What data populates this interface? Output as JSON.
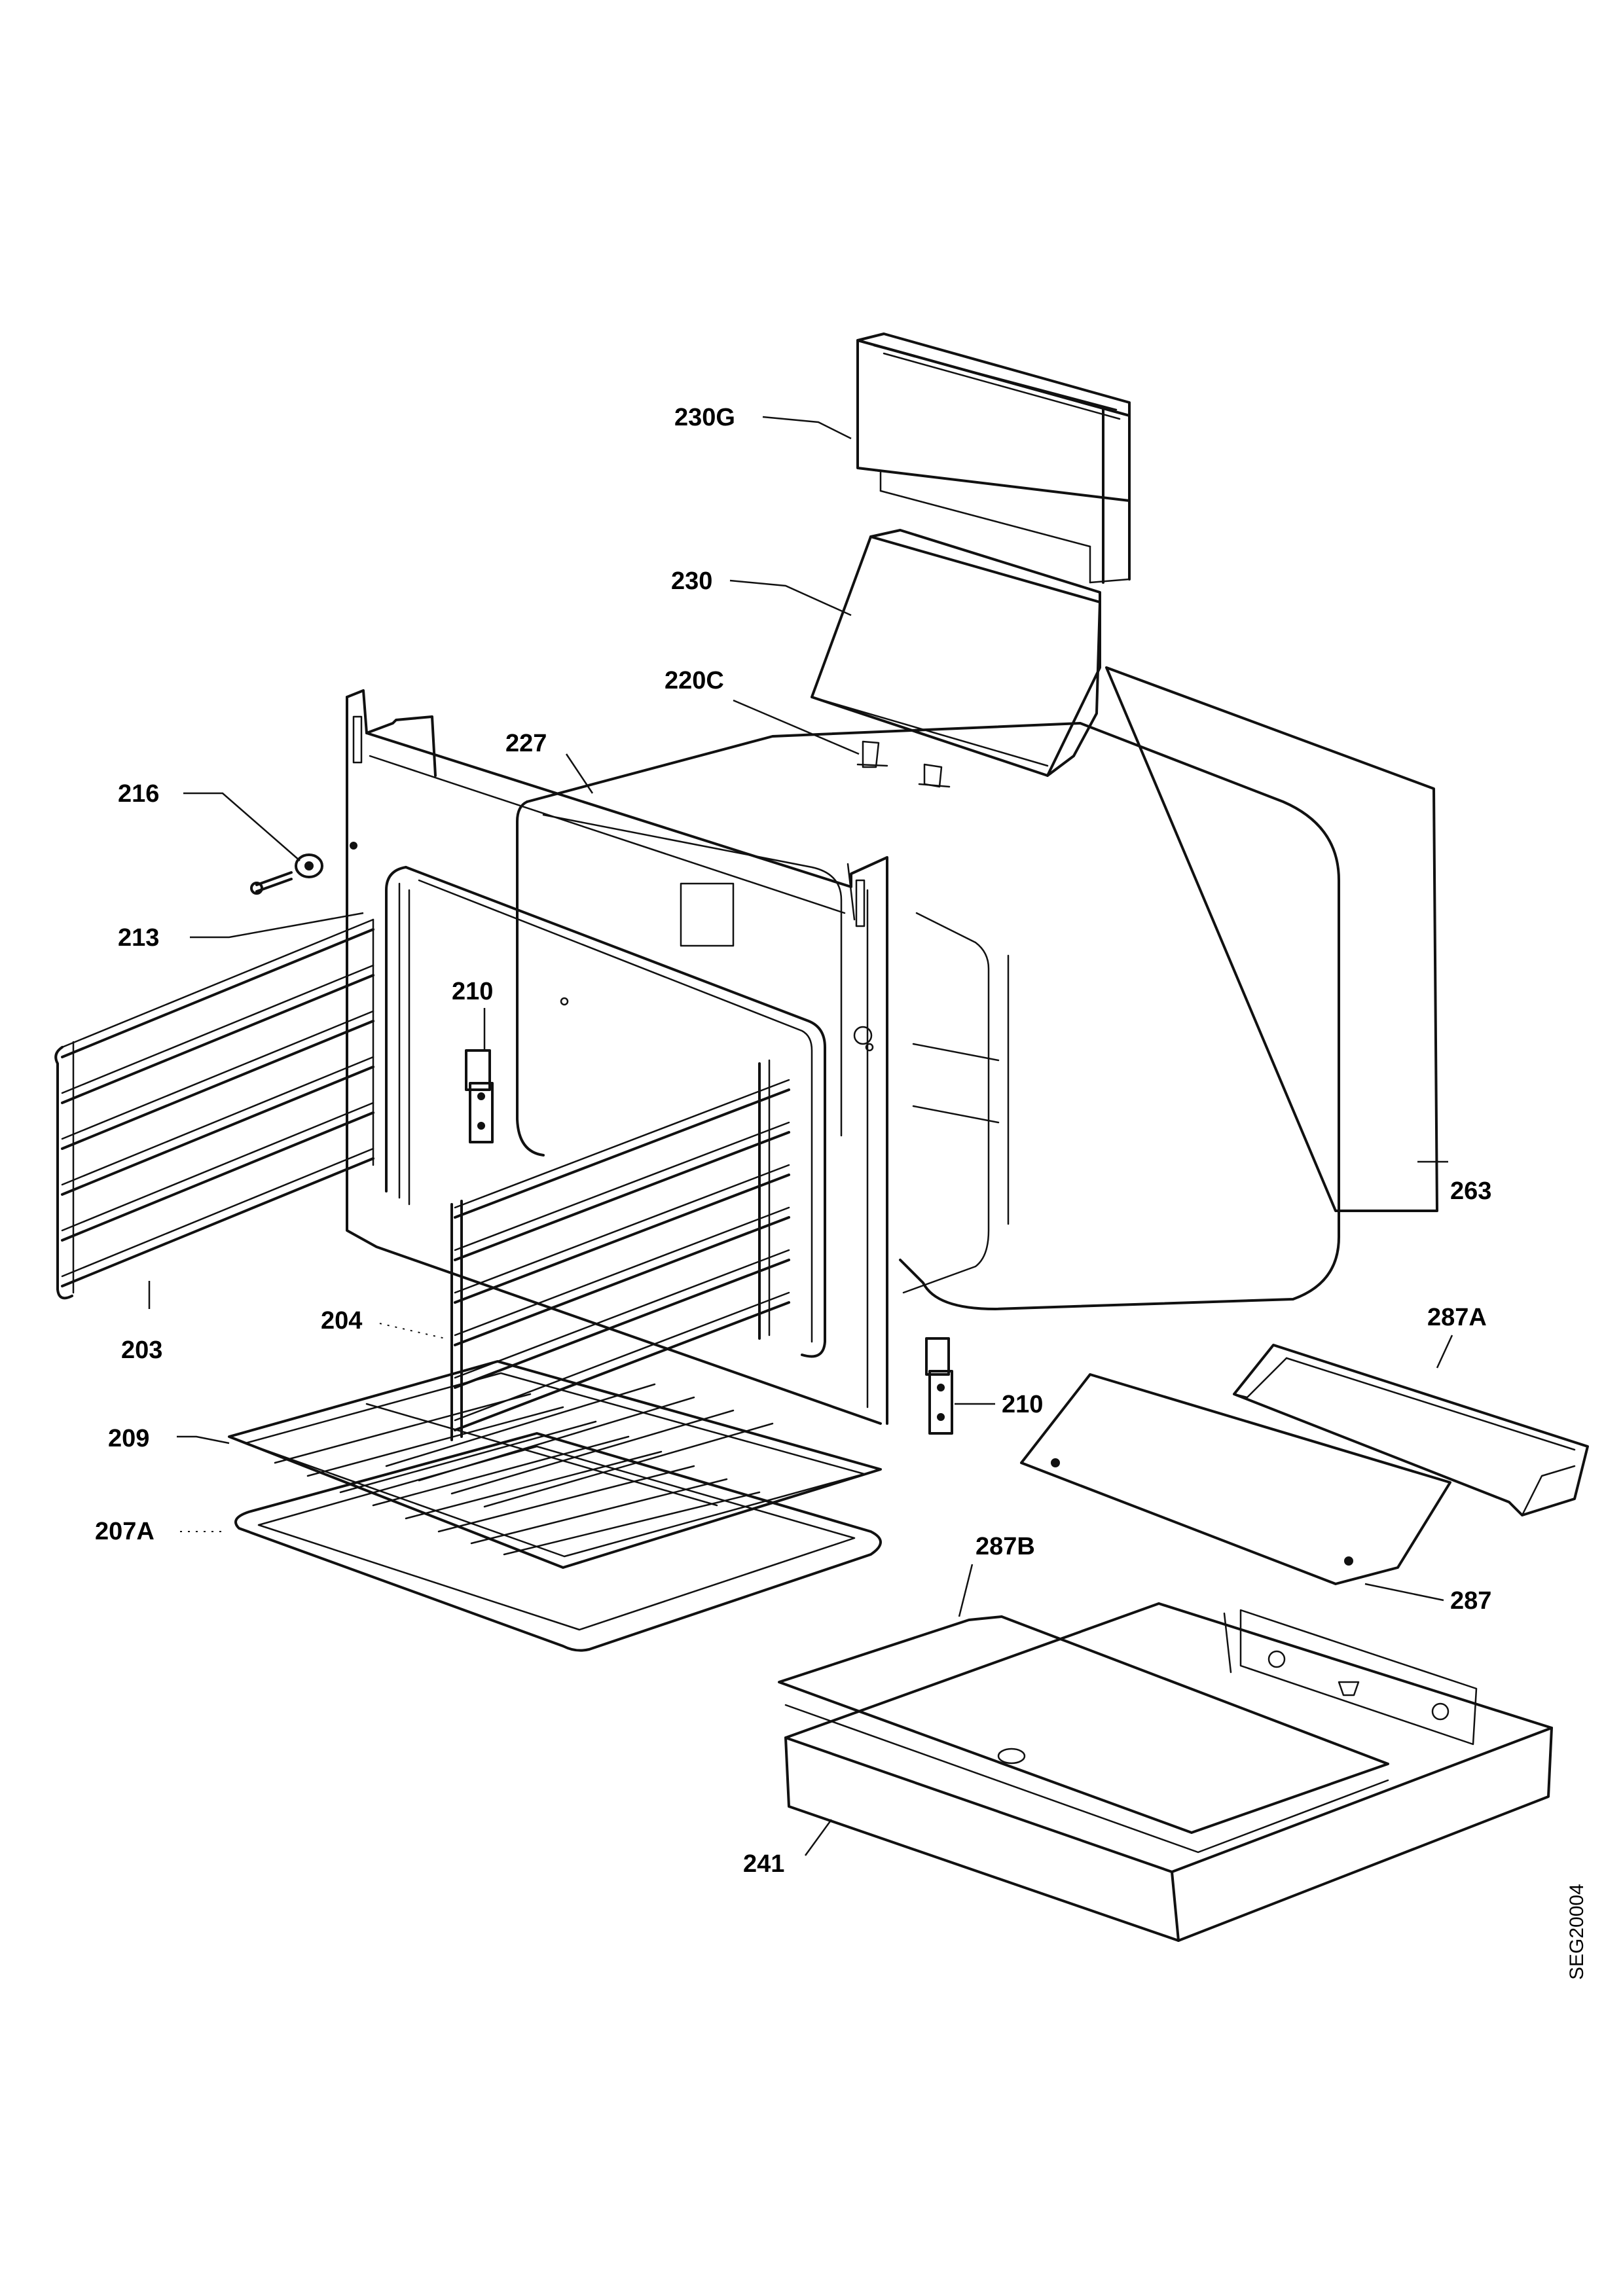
{
  "labels": {
    "p230G": "230G",
    "p230": "230",
    "p220C": "220C",
    "p227": "227",
    "p216": "216",
    "p213": "213",
    "p210_top": "210",
    "p263": "263",
    "p203": "203",
    "p204": "204",
    "p287A": "287A",
    "p209": "209",
    "p210_bottom": "210",
    "p207A": "207A",
    "p287B": "287B",
    "p287": "287",
    "p241": "241"
  },
  "drawing_id": "SEG20004"
}
